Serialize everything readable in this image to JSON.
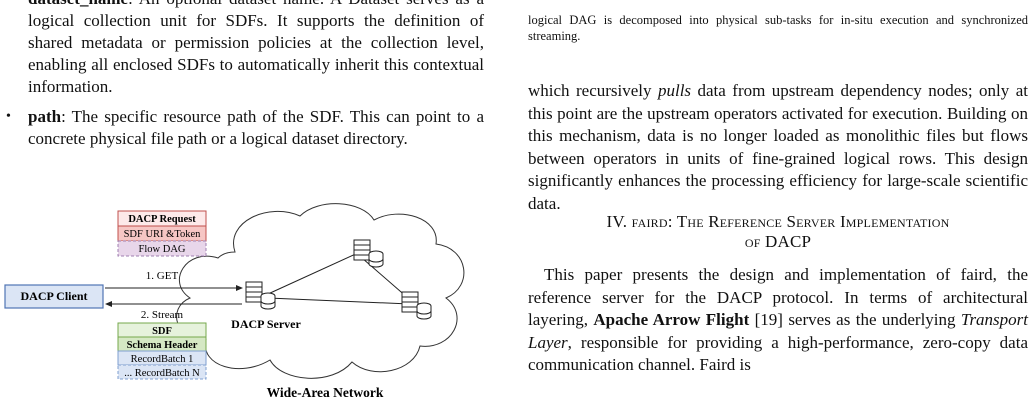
{
  "left": {
    "bullet1": {
      "term": "dataset_name",
      "text": ": An optional dataset name. A Dataset serves as a logical collection unit for SDFs. It supports the definition of shared metadata or permission policies at the collection level, enabling all enclosed SDFs to automatically inherit this contextual information."
    },
    "bullet2": {
      "term": "path",
      "text": ": The specific resource path of the SDF. This can point to a concrete physical file path or a logical dataset directory."
    },
    "figure": {
      "request_title": "DACP Request",
      "request_row1": "SDF URI &Token",
      "request_row2": "Flow DAG",
      "client": "DACP Client",
      "get": "1. GET",
      "stream": "2. Stream",
      "server": "DACP Server",
      "network": "Wide-Area Network",
      "sdf_title": "SDF",
      "sdf_header": "Schema Header",
      "batch1": "RecordBatch 1",
      "batchN": "... RecordBatch N"
    }
  },
  "right": {
    "caption": "logical DAG is decomposed into physical sub-tasks for in-situ execution and synchronized streaming.",
    "para1_pre": "which recursively ",
    "para1_em": "pulls",
    "para1_post": " data from upstream dependency nodes; only at this point are the upstream operators activated for execution. Building on this mechanism, data is no longer loaded as monolithic files but flows between operators in units of fine-grained logical rows. This design significantly enhances the processing efficiency for large-scale scientific data.",
    "heading_num": "IV. ",
    "heading_line1": "faird: The Reference Server Implementation",
    "heading_line2": "of DACP",
    "para2_a": "This paper presents the design and implementation of faird, the reference server for the DACP protocol. In terms of architectural layering, ",
    "para2_b": "Apache Arrow Flight",
    "para2_c": " [19] serves as the underlying ",
    "para2_d": "Transport Layer",
    "para2_e": ", responsible for providing a high-performance, zero-copy data communication channel. Faird is"
  },
  "colors": {
    "request_title_bg": "#fde9e9",
    "request_title_border": "#c0504d",
    "request_row_bg": "#f6c6c4",
    "flowdag_bg": "#e8d6ea",
    "sdf_bg": "#e6f2dc",
    "sdf_border": "#76a84c",
    "header_bg": "#d5e8c4",
    "batch_bg": "#dbe5f5",
    "batch_border": "#7f9fd0",
    "client_bg": "#dbe5f5",
    "client_border": "#4f74b5"
  }
}
